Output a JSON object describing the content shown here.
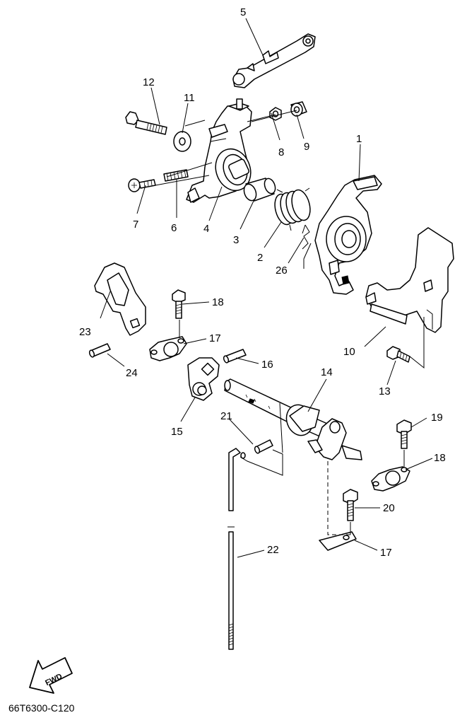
{
  "callouts": [
    {
      "id": "1",
      "text": "1"
    },
    {
      "id": "2",
      "text": "2"
    },
    {
      "id": "3",
      "text": "3"
    },
    {
      "id": "4",
      "text": "4"
    },
    {
      "id": "5",
      "text": "5"
    },
    {
      "id": "6",
      "text": "6"
    },
    {
      "id": "7",
      "text": "7"
    },
    {
      "id": "8",
      "text": "8"
    },
    {
      "id": "9",
      "text": "9"
    },
    {
      "id": "10",
      "text": "10"
    },
    {
      "id": "11",
      "text": "11"
    },
    {
      "id": "12",
      "text": "12"
    },
    {
      "id": "13",
      "text": "13"
    },
    {
      "id": "14",
      "text": "14"
    },
    {
      "id": "15",
      "text": "15"
    },
    {
      "id": "16",
      "text": "16"
    },
    {
      "id": "17a",
      "text": "17"
    },
    {
      "id": "17b",
      "text": "17"
    },
    {
      "id": "18a",
      "text": "18"
    },
    {
      "id": "18b",
      "text": "18"
    },
    {
      "id": "19",
      "text": "19"
    },
    {
      "id": "20",
      "text": "20"
    },
    {
      "id": "21",
      "text": "21"
    },
    {
      "id": "22",
      "text": "22"
    },
    {
      "id": "23",
      "text": "23"
    },
    {
      "id": "24",
      "text": "24"
    },
    {
      "id": "26",
      "text": "26"
    }
  ],
  "fwd_label": "FWD",
  "diagram_code": "66T6300-C120"
}
